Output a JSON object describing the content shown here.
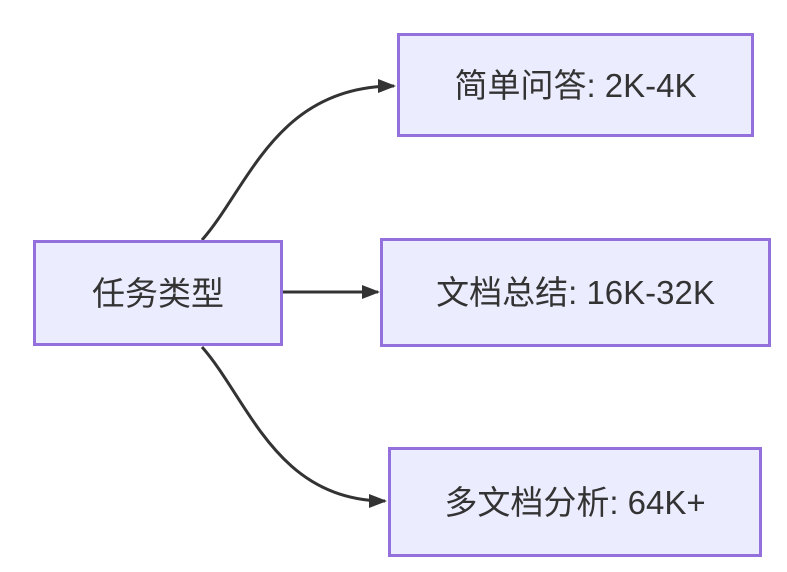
{
  "diagram": {
    "type": "flowchart-left-to-right",
    "nodes": {
      "root": {
        "label": "任务类型"
      },
      "branch1": {
        "label": "简单问答: 2K-4K"
      },
      "branch2": {
        "label": "文档总结: 16K-32K"
      },
      "branch3": {
        "label": "多文档分析: 64K+"
      }
    },
    "edges": [
      {
        "from": "任务类型",
        "to": "简单问答: 2K-4K"
      },
      {
        "from": "任务类型",
        "to": "文档总结: 16K-32K"
      },
      {
        "from": "任务类型",
        "to": "多文档分析: 64K+"
      }
    ],
    "colors": {
      "node_fill": "#ECECFF",
      "node_border": "#9370DB",
      "edge": "#333333",
      "text": "#333333",
      "background": "#FFFFFF"
    }
  }
}
